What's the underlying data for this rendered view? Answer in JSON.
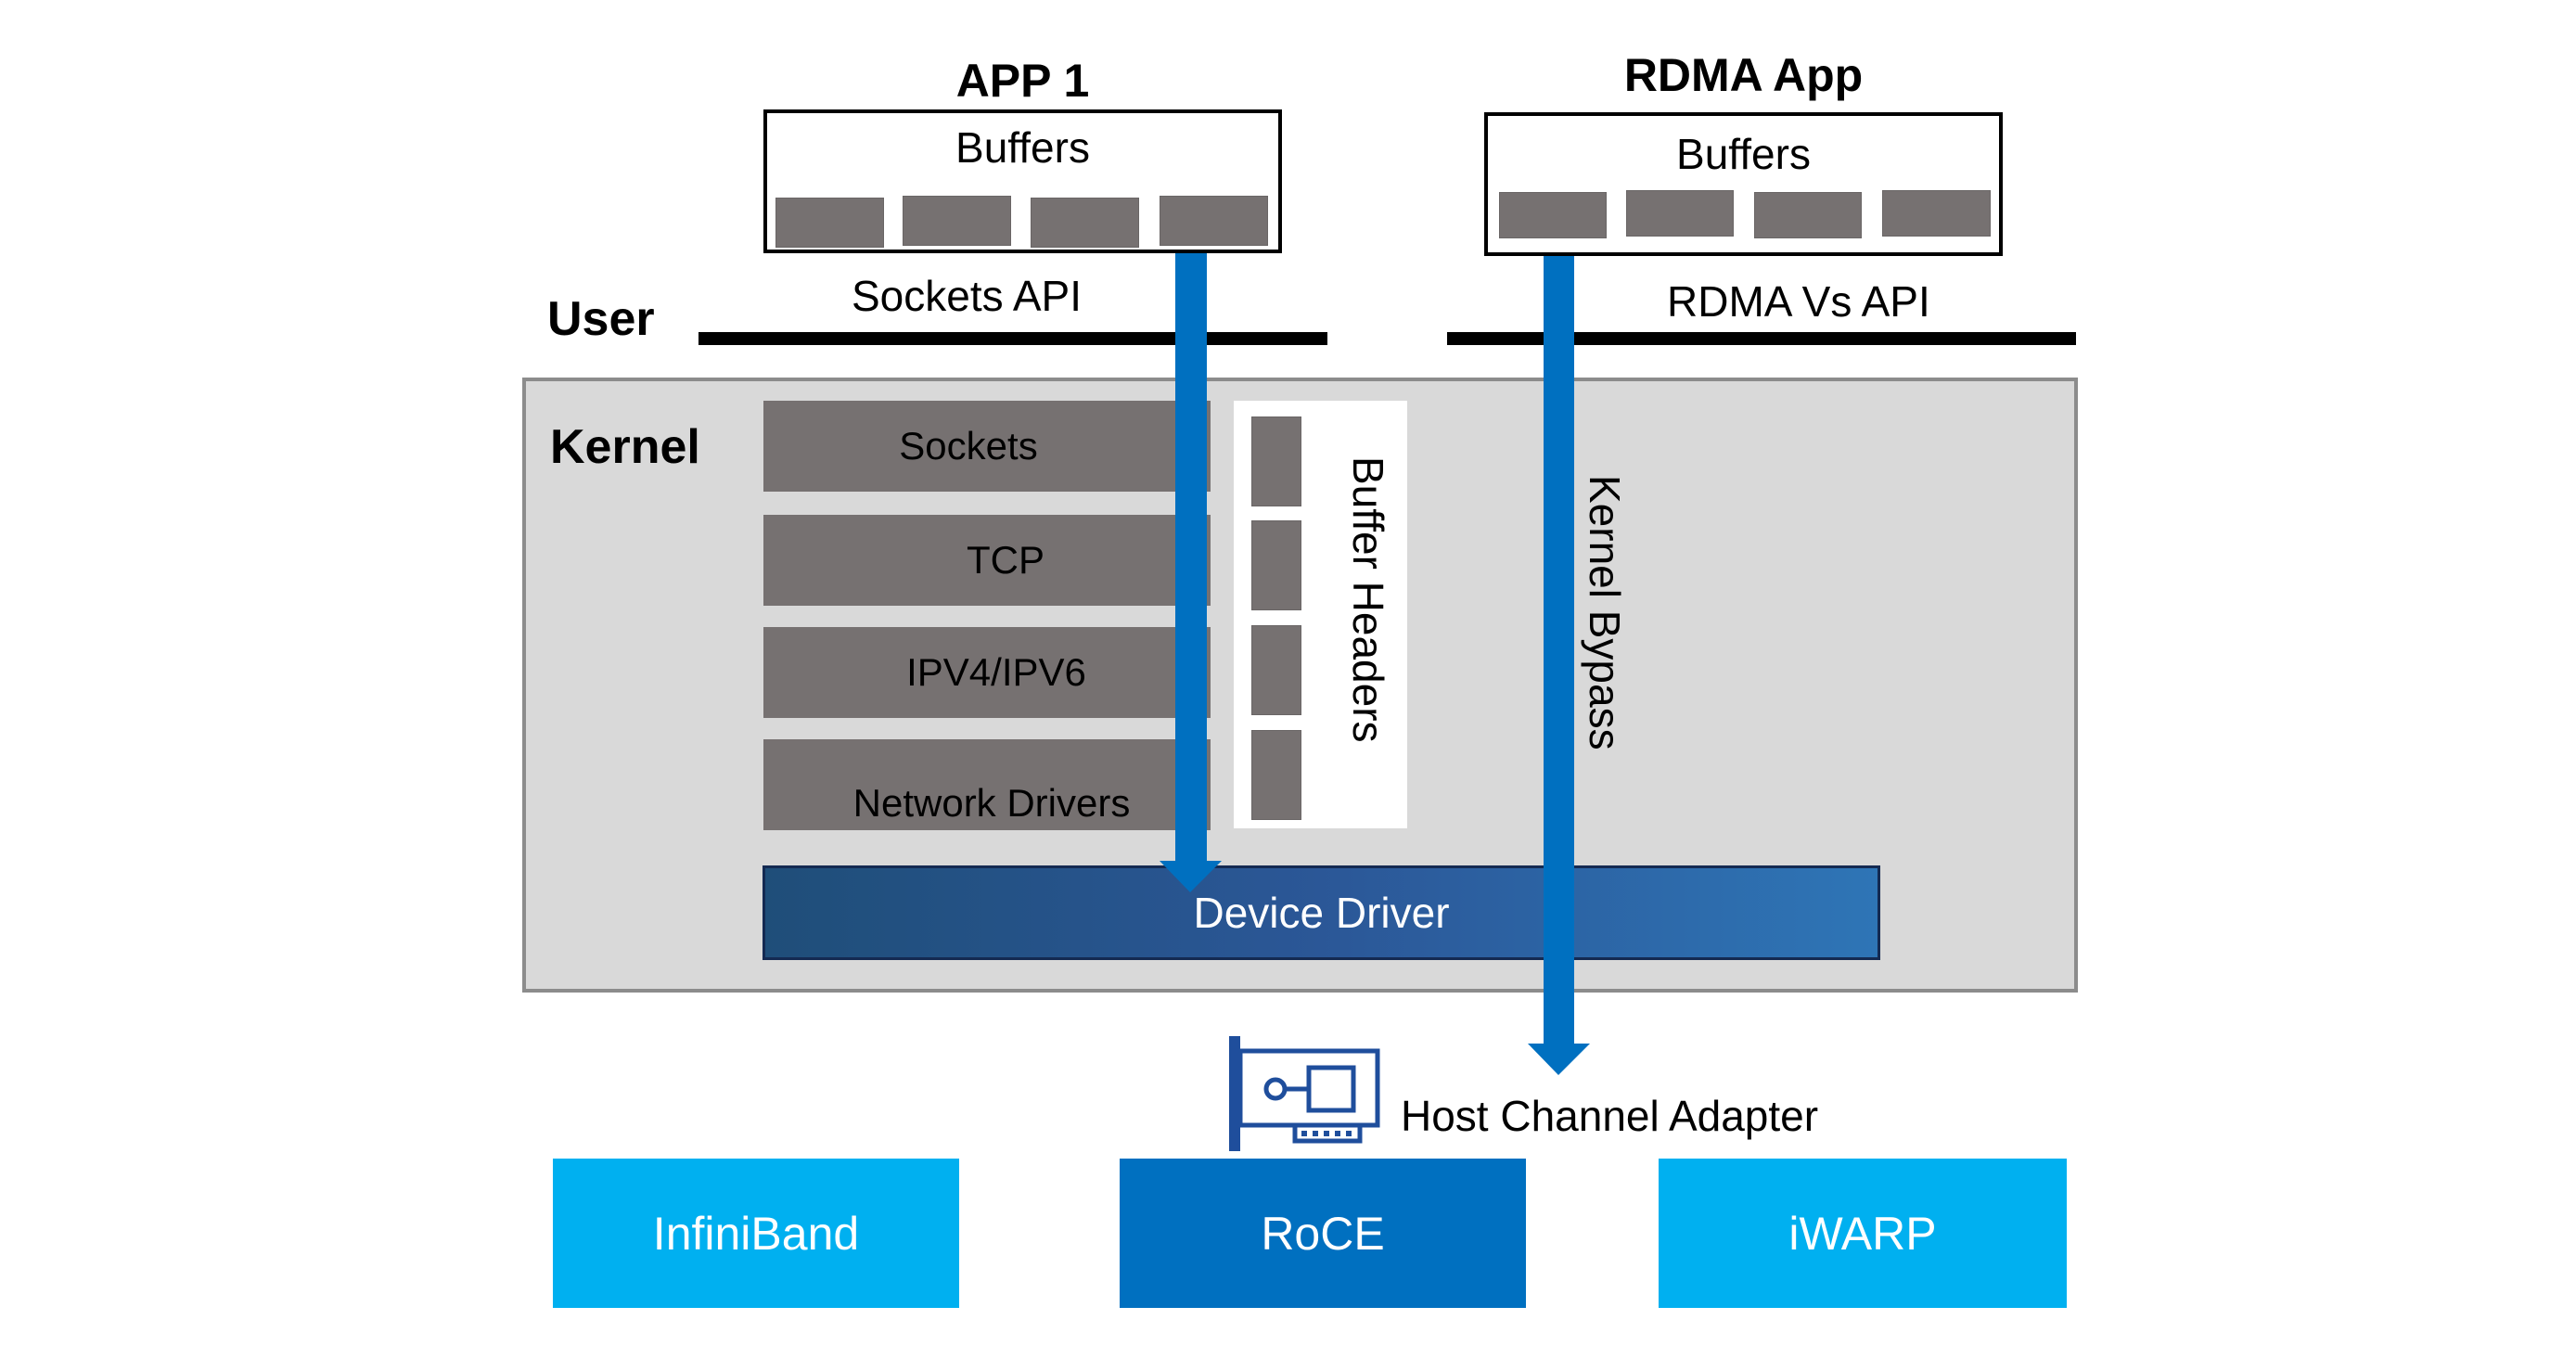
{
  "apps": [
    {
      "title": "APP 1",
      "buffers_label": "Buffers",
      "buffer_count": 4,
      "api_label": "Sockets API"
    },
    {
      "title": "RDMA App",
      "buffers_label": "Buffers",
      "buffer_count": 4,
      "api_label": "RDMA Vs API"
    }
  ],
  "user_label": "User",
  "kernel": {
    "label": "Kernel",
    "layers": [
      "Sockets",
      "TCP",
      "IPV4/IPV6",
      "Network Drivers"
    ],
    "buffer_headers_label": "Buffer Headers",
    "buffer_header_count": 4,
    "bypass_label": "Kernel Bypass",
    "device_driver_label": "Device Driver"
  },
  "hca_label": "Host Channel Adapter",
  "technologies": [
    {
      "label": "InfiniBand",
      "color": "#00b0f0"
    },
    {
      "label": "RoCE",
      "color": "#0070c0"
    },
    {
      "label": "iWARP",
      "color": "#00b0f0"
    }
  ],
  "colors": {
    "arrow": "#0070c0",
    "block": "#767171",
    "kernel_fill": "#d9d9d9",
    "nic_icon": "#1f4e9c"
  }
}
